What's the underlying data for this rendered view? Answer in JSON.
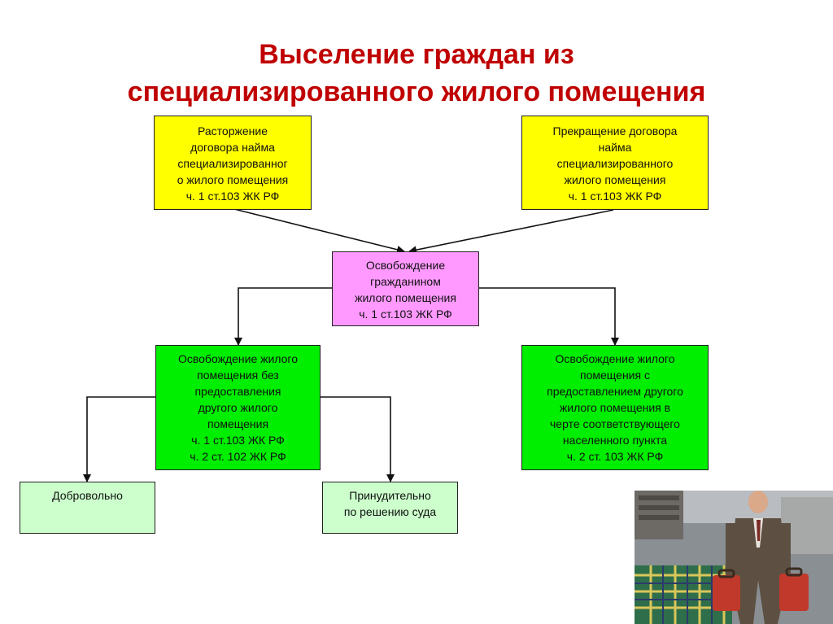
{
  "title": {
    "line1": "Выселение граждан из",
    "line2": "специализированного жилого помещения"
  },
  "boxes": {
    "termination": [
      "Расторжение",
      "договора найма",
      "специализированног",
      "о жилого помещения",
      "ч. 1 ст.103 ЖК РФ"
    ],
    "cessation": [
      "Прекращение договора",
      "найма",
      "специализированного",
      "жилого помещения",
      "ч. 1 ст.103 ЖК РФ"
    ],
    "release": [
      "Освобождение",
      "гражданином",
      "жилого помещения",
      "ч. 1 ст.103 ЖК РФ"
    ],
    "without": [
      "Освобождение жилого",
      "помещения без",
      "предоставления",
      "другого жилого",
      "помещения",
      "ч. 1 ст.103 ЖК РФ",
      "ч. 2 ст. 102 ЖК РФ"
    ],
    "with": [
      "Освобождение жилого",
      "помещения с",
      "предоставлением другого",
      "жилого помещения в",
      "черте соответствующего",
      "населенного пункта",
      "ч. 2 ст. 103 ЖК РФ"
    ],
    "voluntary": [
      "Добровольно"
    ],
    "forced": [
      "Принудительно",
      "по решению суда"
    ]
  },
  "colors": {
    "title": "#c00000",
    "yellow": "#ffff00",
    "pink": "#ff99ff",
    "green": "#00ee00",
    "pale_green": "#ccffcc"
  },
  "photo": {
    "icon": "man-with-suitcases-photo"
  }
}
